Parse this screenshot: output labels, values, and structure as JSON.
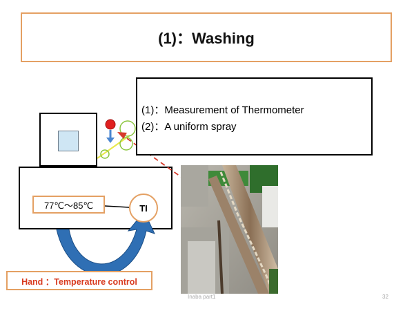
{
  "title": "(1)：Washing",
  "info": {
    "line1": "(1)：Measurement   of Thermometer",
    "line2": "(2)：A uniform spray"
  },
  "temperature_range": "77℃～85℃",
  "ti_label": "TI",
  "hand_label": "Hand ：Temperature control",
  "footer": {
    "author": "Inaba part1",
    "page_number": "32"
  },
  "colors": {
    "orange_border": "#e4a063",
    "blue_arrow": "#2f6fb4",
    "red_dot": "#e02020",
    "green_circle": "#8cc63f",
    "dashed_line": "#d63a2a",
    "hand_text": "#d83a1f"
  }
}
